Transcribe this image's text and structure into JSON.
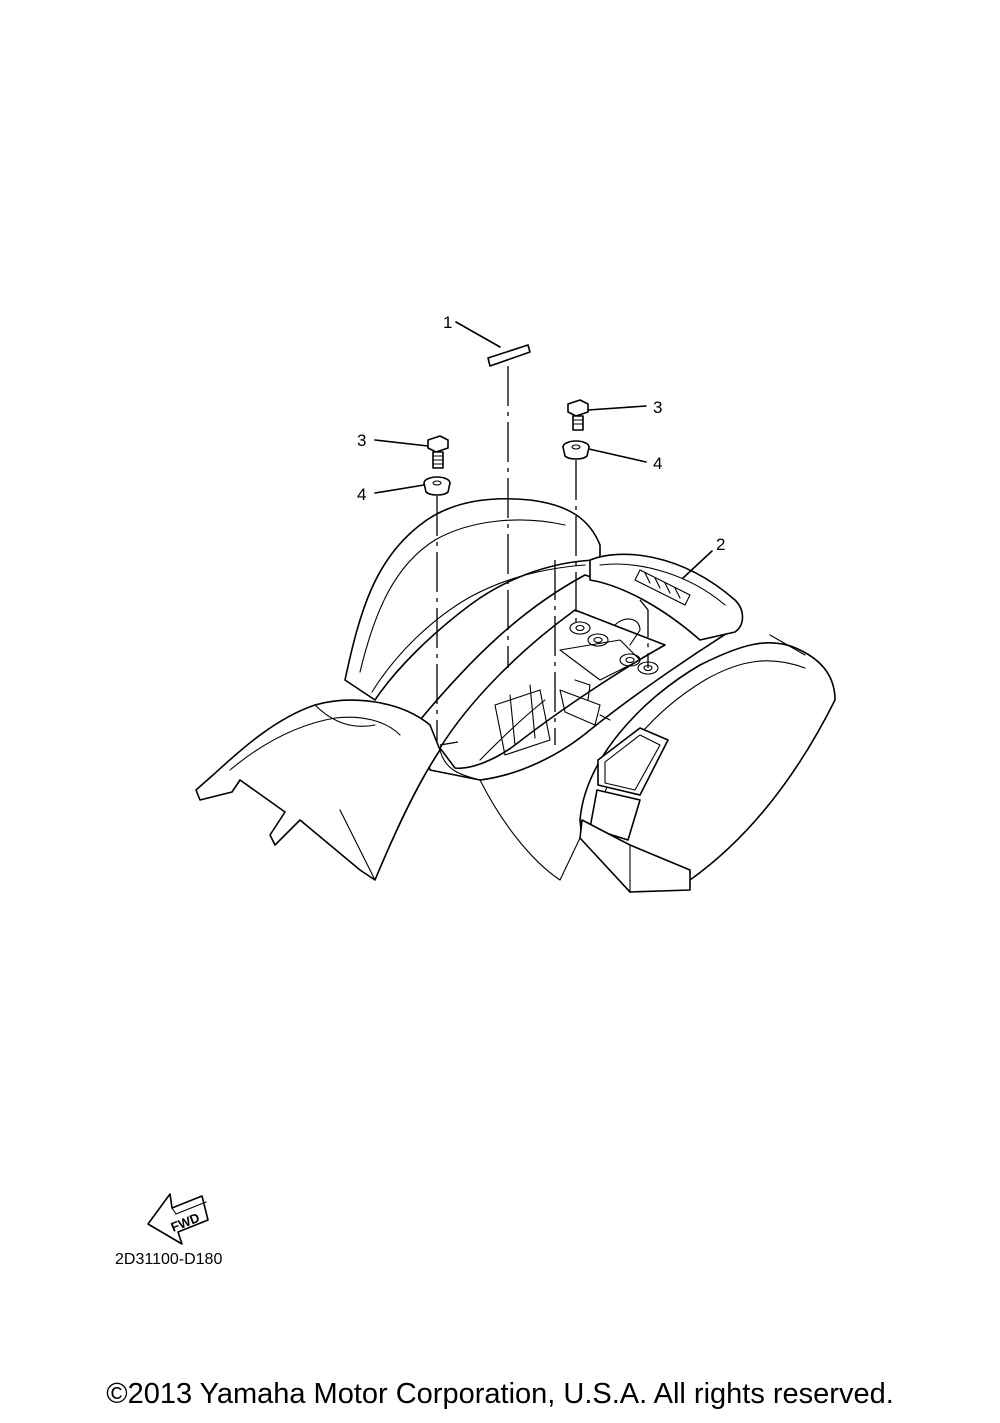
{
  "diagram": {
    "callouts": [
      {
        "id": "c1",
        "label": "1"
      },
      {
        "id": "c2",
        "label": "2"
      },
      {
        "id": "c3a",
        "label": "3"
      },
      {
        "id": "c3b",
        "label": "3"
      },
      {
        "id": "c4a",
        "label": "4"
      },
      {
        "id": "c4b",
        "label": "4"
      }
    ],
    "fwd_label": "FWD",
    "part_code": "2D31100-D180"
  },
  "footer": {
    "copyright": "©2013 Yamaha Motor Corporation, U.S.A. All rights reserved."
  }
}
